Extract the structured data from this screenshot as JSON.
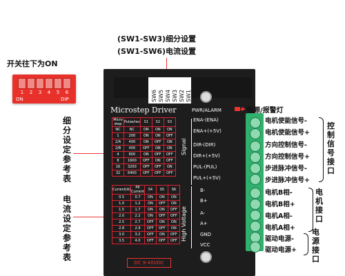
{
  "annotations": {
    "sw_setting_1": "(SW1-SW3)细分设置",
    "sw_setting_2": "(SW1-SW6)电流设置",
    "switch_note": "开关往下为ON",
    "power_alarm_led": "电源/报警灯",
    "microstep_table_label": "细分设定参考表",
    "current_table_label": "电流设定参考表",
    "control_group": "控制信号接口",
    "motor_group": "电机接口",
    "power_group": "电源接口"
  },
  "dip_switch": {
    "numbers": [
      "1",
      "2",
      "3",
      "4",
      "5",
      "6"
    ],
    "on_label": "ON",
    "dip_label": "DIP"
  },
  "driver": {
    "title": "Microstep Driver",
    "pwr_alarm": "PWR/ALARM",
    "switch_labels": [
      "SW6",
      "SW5",
      "SW4",
      "SW3",
      "SW2",
      "SW1"
    ],
    "signal_label": "Signal",
    "high_voltage_label": "High Voltage",
    "dc_label": "DC 9-40VDC",
    "microstep_table": {
      "headers": [
        "Micro step",
        "Pulse/rev",
        "S1",
        "S2",
        "S3"
      ],
      "rows": [
        [
          "NC",
          "NC",
          "ON",
          "ON",
          "ON"
        ],
        [
          "1",
          "200",
          "ON",
          "ON",
          "OFF"
        ],
        [
          "2/A",
          "400",
          "ON",
          "OFF",
          "ON"
        ],
        [
          "2/B",
          "400",
          "OFF",
          "ON",
          "ON"
        ],
        [
          "4",
          "800",
          "ON",
          "OFF",
          "OFF"
        ],
        [
          "8",
          "1600",
          "OFF",
          "ON",
          "OFF"
        ],
        [
          "16",
          "3200",
          "OFF",
          "OFF",
          "ON"
        ],
        [
          "32",
          "6400",
          "OFF",
          "OFF",
          "OFF"
        ]
      ]
    },
    "current_table": {
      "headers": [
        "Current(A)",
        "PK Current",
        "S4",
        "S5",
        "S6"
      ],
      "rows": [
        [
          "0.5",
          "0.7",
          "ON",
          "ON",
          "ON"
        ],
        [
          "1.0",
          "1.2",
          "ON",
          "OFF",
          "ON"
        ],
        [
          "1.5",
          "1.7",
          "ON",
          "ON",
          "OFF"
        ],
        [
          "2.0",
          "2.2",
          "ON",
          "OFF",
          "OFF"
        ],
        [
          "2.5",
          "2.7",
          "OFF",
          "ON",
          "ON"
        ],
        [
          "2.8",
          "2.9",
          "OFF",
          "OFF",
          "ON"
        ],
        [
          "3.0",
          "3.2",
          "OFF",
          "ON",
          "OFF"
        ],
        [
          "3.5",
          "4.0",
          "OFF",
          "OFF",
          "OFF"
        ]
      ]
    },
    "signal_pins": [
      "ENA-(ENA)",
      "ENA+(+5V)",
      "DIR-(DIR)",
      "DIR+(+5V)",
      "PUL-(PUL)",
      "PUL+(+5V)"
    ],
    "power_pins": [
      "B-",
      "B+",
      "A-",
      "A+",
      "GND",
      "VCC"
    ]
  },
  "pin_labels": [
    "电机使能信号-",
    "电机使能信号+",
    "方向控制信号-",
    "方向控制信号+",
    "步进脉冲信号-",
    "步进脉冲信号+",
    "电机B相-",
    "电机B相+",
    "电机A相-",
    "电机A相+",
    "驱动电源-",
    "驱动电源+"
  ],
  "colors": {
    "accent_red": "#e33322",
    "terminal_green": "#2fb06c",
    "driver_body": "#1d1d1d"
  }
}
